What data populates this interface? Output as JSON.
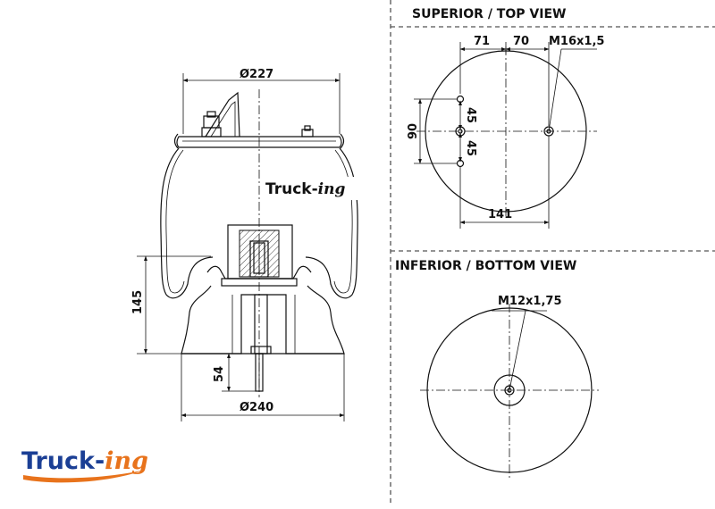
{
  "headers": {
    "top_view": "SUPERIOR / TOP VIEW",
    "bottom_view": "INFERIOR / BOTTOM VIEW"
  },
  "side_view": {
    "dia_top": "Ø227",
    "dia_bottom": "Ø240",
    "height": "145",
    "stud_length": "54",
    "brand_label_main": "Truck-",
    "brand_label_suffix": "ing"
  },
  "top_view": {
    "dim_left": "71",
    "dim_right": "70",
    "thread": "M16x1,5",
    "dim_upper": "45",
    "dim_lower": "45",
    "dim_height": "90",
    "dim_width": "141"
  },
  "bottom_view": {
    "thread": "M12x1,75"
  },
  "logo": {
    "main": "Truck-",
    "suffix": "ing",
    "color_main": "#1b3f95",
    "color_suffix": "#e8731c"
  }
}
